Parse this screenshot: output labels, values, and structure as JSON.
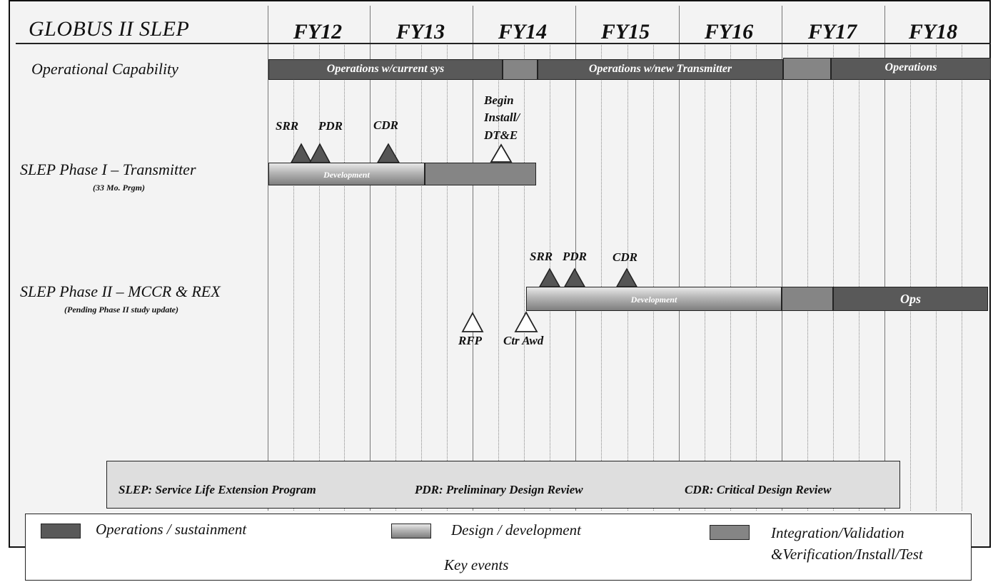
{
  "title": "GLOBUS II SLEP",
  "fiscal_years": [
    "FY12",
    "FY13",
    "FY14",
    "FY15",
    "FY16",
    "FY17",
    "FY18"
  ],
  "rows": {
    "operational": {
      "label": "Operational Capability"
    },
    "phase1": {
      "label": "SLEP Phase I – Transmitter",
      "sub": "(33 Mo. Prgm)"
    },
    "phase2": {
      "label": "SLEP Phase II – MCCR & REX",
      "sub": "(Pending Phase II study update)"
    }
  },
  "bars": {
    "ops_current": "Operations w/current sys",
    "ops_new": "Operations  w/new Transmitter",
    "ops_final": "Operations",
    "phase1_dev": "Development",
    "phase2_dev": "Development",
    "phase2_ops": "Ops"
  },
  "milestones": {
    "p1_srr": "SRR",
    "p1_pdr": "PDR",
    "p1_cdr": "CDR",
    "p1_install_1": "Begin",
    "p1_install_2": "Install/",
    "p1_install_3": "DT&E",
    "p2_srr": "SRR",
    "p2_pdr": "PDR",
    "p2_cdr": "CDR",
    "p2_rfp": "RFP",
    "p2_award": "Ctr Awd"
  },
  "glossary": {
    "slep": "SLEP: Service Life Extension Program",
    "pdr": "PDR:  Preliminary Design Review",
    "cdr": "CDR: Critical Design Review"
  },
  "legend": {
    "ops": "Operations / sustainment",
    "design": "Design / development",
    "integ_1": "Integration/Validation",
    "integ_2": "&Verification/Install/Test",
    "events": "Key events"
  },
  "colors": {
    "operations": "#595959",
    "design_light": "#e8e8e8",
    "design_dark": "#7e7e7e",
    "integration": "#858585",
    "milestone_filled": "#555555",
    "background": "#f3f3f3"
  }
}
